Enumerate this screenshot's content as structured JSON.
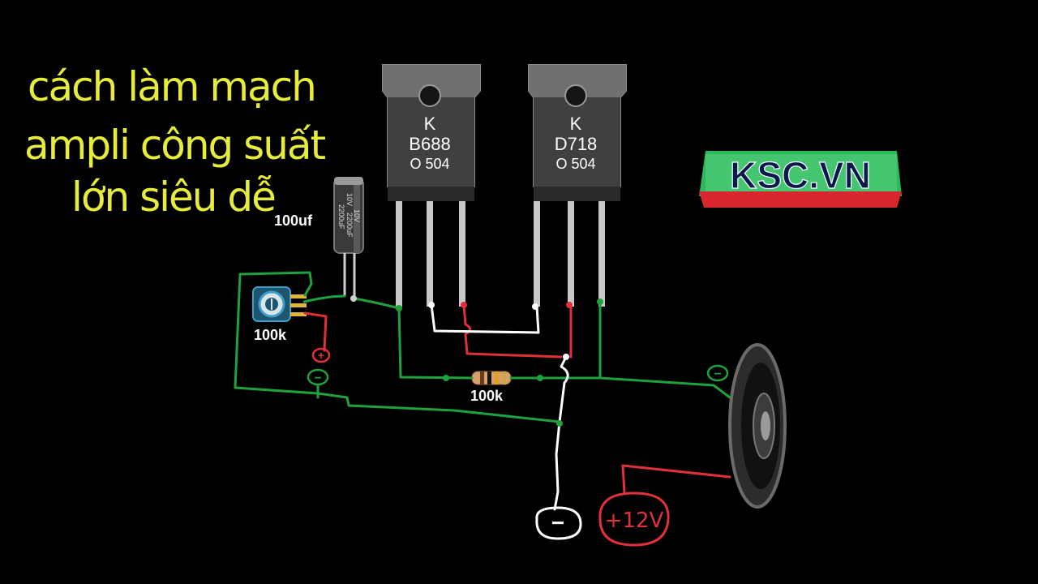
{
  "title": {
    "lines": [
      "cách làm mạch",
      "ampli công suất",
      "lớn siêu dễ"
    ]
  },
  "components": {
    "capacitor": {
      "label": "100uf",
      "body_text": [
        "10V",
        "2200uF",
        "10V",
        "2200uF"
      ]
    },
    "potentiometer": {
      "label": "100k"
    },
    "resistor": {
      "label": "100k"
    },
    "transistor_left": {
      "brand": "K",
      "part": "B688",
      "code": "O 504"
    },
    "transistor_right": {
      "brand": "K",
      "part": "D718",
      "code": "O 504"
    }
  },
  "terminals": {
    "pot_plus": "+",
    "pot_minus": "−",
    "speaker_minus": "−",
    "ground_minus": "−",
    "supply": "+12V"
  },
  "logo": {
    "text": "KSC.VN"
  },
  "colors": {
    "title": "#e6ec3a",
    "wire_green": "#1fa23c",
    "wire_red": "#e0303a",
    "wire_white": "#ffffff",
    "logo_green": "#2db85a",
    "logo_red": "#d7262d"
  }
}
